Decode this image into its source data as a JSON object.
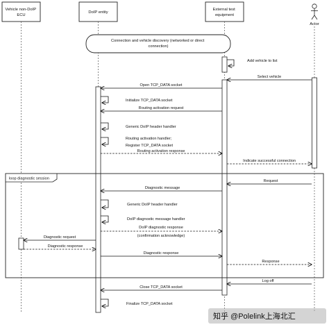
{
  "participants": {
    "ecu": "Vehicle non-DoIP ECU",
    "doip": "DoIP entity",
    "tester": "External test equipment",
    "actor": "Actor"
  },
  "notes": {
    "discovery": "Connection and vehicle discovery (networked or direct connection)",
    "loop_title": "loop diagnostic session"
  },
  "messages": {
    "add_vehicle": "Add vehicle to list",
    "select_vehicle": "Select vehicle",
    "open_socket": "Open TCP_DATA socket",
    "init_socket": "Initialize TCP_DATA socket",
    "routing_req": "Routing activation request",
    "generic_hdr_1": "Generic DoIP header handler",
    "routing_handler": "Routing activation handler;",
    "register_socket": "Register TCP_DATA socket",
    "routing_resp": "Routing activation response",
    "indicate_conn": "Indicate successful connection",
    "request": "Request",
    "diag_msg": "Diagnostic message",
    "generic_hdr_2": "Generic DoIP header handler",
    "diag_msg_handler": "DoIP diagnostic message handler",
    "doip_diag_resp": "DoIP diagnostic response",
    "confirm_ack": "(confirmation acknowledge)",
    "diag_request": "Diagnostic request",
    "diag_response_ecu": "Diagnostic response",
    "diag_response": "Diagnostic response",
    "response": "Response",
    "log_off": "Log off",
    "close_socket": "Close TCP_DATA socket",
    "finalize_socket": "Finalize TCP_DATA socket"
  },
  "watermark": "知乎 @Polelink上海北汇"
}
